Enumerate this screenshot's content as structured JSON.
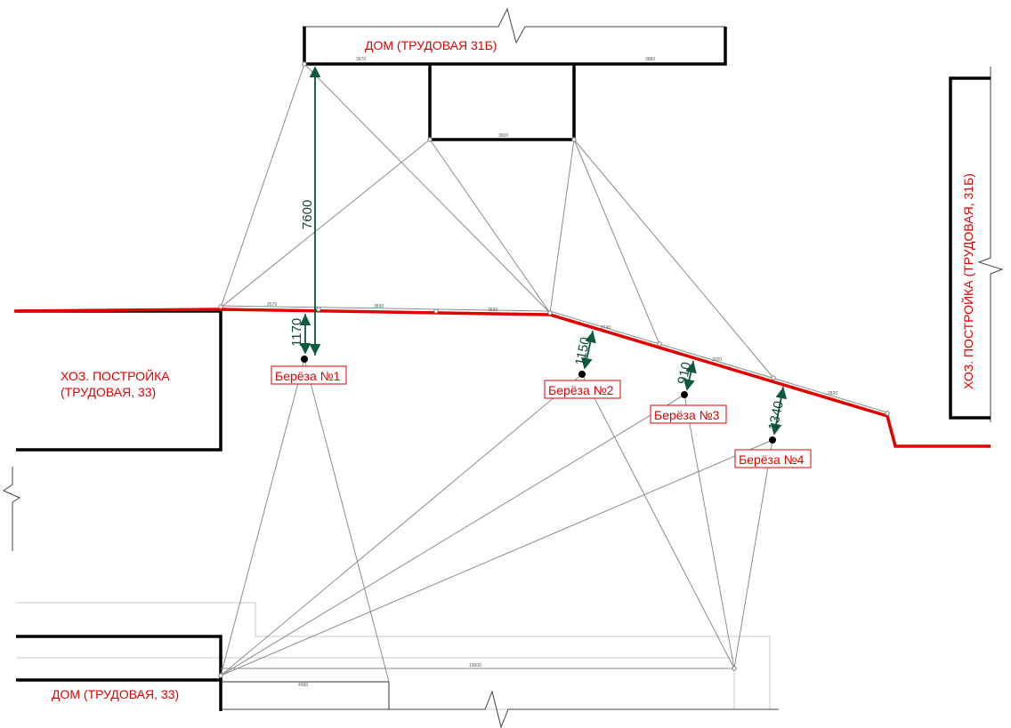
{
  "labels": {
    "house_top": "ДОМ (ТРУДОВАЯ 31Б)",
    "shed_right": "ХОЗ. ПОСТРОЙКА (ТРУДОВАЯ, 31Б)",
    "shed_left_line1": "ХОЗ. ПОСТРОЙКА",
    "shed_left_line2": "(ТРУДОВАЯ, 33)",
    "house_bottom": "ДОМ (ТРУДОВАЯ, 33)"
  },
  "trees": [
    {
      "label": "Берёза №1",
      "distance": "1170"
    },
    {
      "label": "Берёза №2",
      "distance": "1150"
    },
    {
      "label": "Берёза №3",
      "distance": "910"
    },
    {
      "label": "Берёза №4",
      "distance": "1340"
    }
  ],
  "dimensions": {
    "house_to_boundary": "7600",
    "bottom_baseline": "13600",
    "bottom_short": "4360"
  },
  "colors": {
    "boundary": "#e10000",
    "building": "#000000",
    "measure": "#8c8c8c",
    "dimension": "#0e5a3c"
  }
}
